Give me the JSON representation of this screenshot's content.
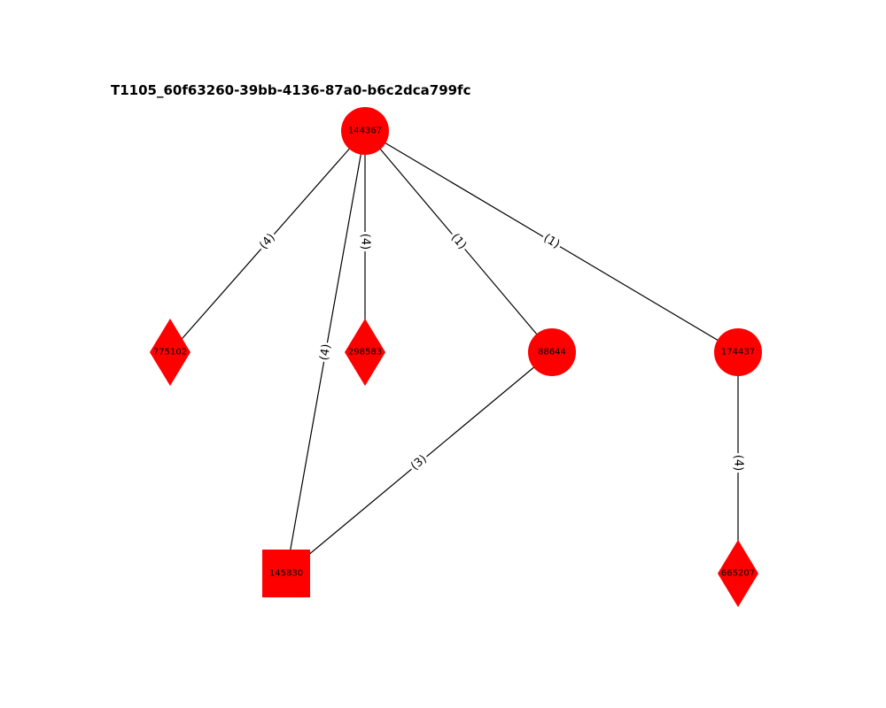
{
  "title": "T1105_60f63260-39bb-4136-87a0-b6c2dca799fc",
  "colors": {
    "node_fill": "#ff0000",
    "edge": "#000000",
    "text": "#000000"
  },
  "nodes": [
    {
      "id": "144367",
      "shape": "circle"
    },
    {
      "id": "775102",
      "shape": "diamond"
    },
    {
      "id": "298583",
      "shape": "diamond"
    },
    {
      "id": "88644",
      "shape": "circle"
    },
    {
      "id": "174437",
      "shape": "circle"
    },
    {
      "id": "145830",
      "shape": "square"
    },
    {
      "id": "665207",
      "shape": "diamond"
    }
  ],
  "edges": [
    {
      "source": "144367",
      "target": "775102",
      "label": "(4)"
    },
    {
      "source": "144367",
      "target": "145830",
      "label": "(4)"
    },
    {
      "source": "144367",
      "target": "298583",
      "label": "(4)"
    },
    {
      "source": "144367",
      "target": "88644",
      "label": "(1)"
    },
    {
      "source": "144367",
      "target": "174437",
      "label": "(1)"
    },
    {
      "source": "88644",
      "target": "145830",
      "label": "(3)"
    },
    {
      "source": "174437",
      "target": "665207",
      "label": "(4)"
    }
  ]
}
